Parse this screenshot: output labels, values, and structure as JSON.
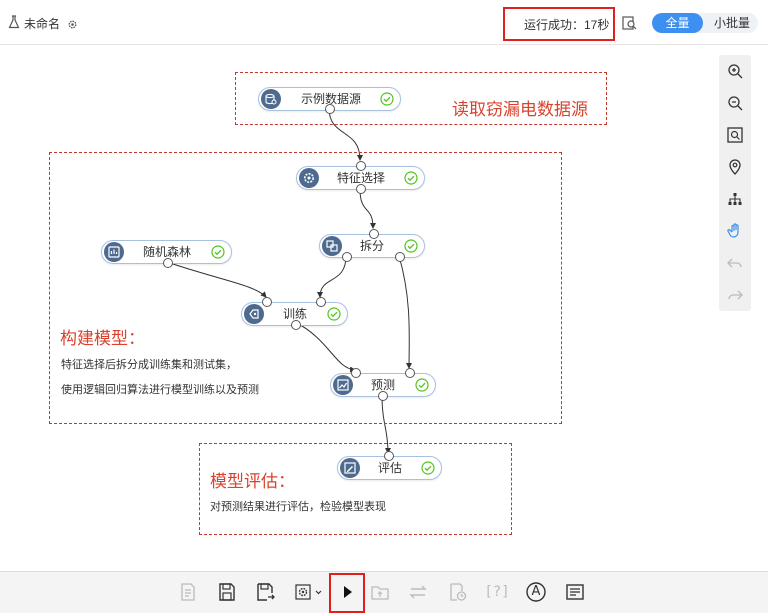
{
  "header": {
    "doc_title": "未命名",
    "run_status": "运行成功：17秒",
    "mode_full": "全量",
    "mode_batch": "小批量"
  },
  "annotations": {
    "read": {
      "title": "读取窃漏电数据源"
    },
    "build": {
      "title": "构建模型：",
      "line1": "特征选择后拆分成训练集和测试集，",
      "line2": "使用逻辑回归算法进行模型训练以及预测"
    },
    "evaluate": {
      "title": "模型评估：",
      "line1": "对预测结果进行评估，检验模型表现"
    }
  },
  "nodes": {
    "datasource": {
      "label": "示例数据源",
      "icon": "database-icon",
      "status": "success"
    },
    "feature": {
      "label": "特征选择",
      "icon": "gear-icon",
      "status": "success"
    },
    "split": {
      "label": "拆分",
      "icon": "split-icon",
      "status": "success"
    },
    "forest": {
      "label": "随机森林",
      "icon": "model-icon",
      "status": "success"
    },
    "train": {
      "label": "训练",
      "icon": "train-icon",
      "status": "success"
    },
    "predict": {
      "label": "预测",
      "icon": "chart-icon",
      "status": "success"
    },
    "evaluate": {
      "label": "评估",
      "icon": "edit-icon",
      "status": "success"
    }
  },
  "right_toolbar": [
    "zoom-in-icon",
    "zoom-out-icon",
    "fit-view-icon",
    "locate-icon",
    "layout-tree-icon",
    "pan-hand-icon",
    "undo-icon",
    "redo-icon"
  ],
  "bottom_toolbar": [
    "document-icon",
    "save-icon",
    "save-as-icon",
    "settings-icon",
    "run-icon",
    "export-icon",
    "swap-icon",
    "schedule-icon",
    "help-icon",
    "font-icon",
    "log-icon"
  ],
  "bottom_help_label": "[?]",
  "bottom_font_label": "A",
  "colors": {
    "accent": "#3d8ff0",
    "node_icon": "#4f6a8f",
    "annotation_red": "#d9432e",
    "success_green": "#52c41a",
    "highlight_red": "#e0201c"
  }
}
